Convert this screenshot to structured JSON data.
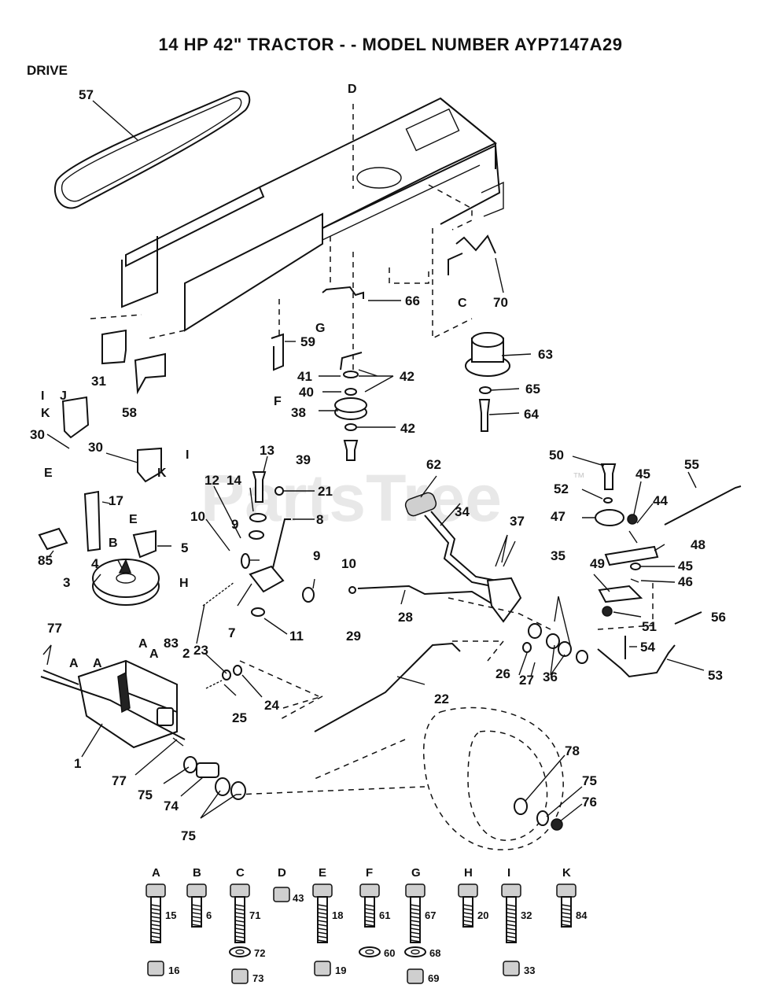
{
  "title": "14 HP 42\" TRACTOR - - MODEL NUMBER AYP7147A29",
  "section": "DRIVE",
  "watermark": "PartsTree",
  "watermark_mark": "™",
  "callouts": {
    "c1": "1",
    "c2": "2",
    "c3": "3",
    "c4": "4",
    "c5": "5",
    "c7": "7",
    "c8": "8",
    "c9a": "9",
    "c9b": "9",
    "c10a": "10",
    "c10b": "10",
    "c11": "11",
    "c12": "12",
    "c13": "13",
    "c14": "14",
    "c17": "17",
    "c21": "21",
    "c22": "22",
    "c23": "23",
    "c24": "24",
    "c25": "25",
    "c26": "26",
    "c27": "27",
    "c28": "28",
    "c29": "29",
    "c30a": "30",
    "c30b": "30",
    "c31": "31",
    "c34": "34",
    "c35": "35",
    "c36": "36",
    "c37": "37",
    "c38": "38",
    "c39": "39",
    "c40": "40",
    "c41": "41",
    "c42a": "42",
    "c42b": "42",
    "c44": "44",
    "c45a": "45",
    "c45b": "45",
    "c46": "46",
    "c47": "47",
    "c48": "48",
    "c49": "49",
    "c50": "50",
    "c51": "51",
    "c52": "52",
    "c53": "53",
    "c54": "54",
    "c55": "55",
    "c56": "56",
    "c57": "57",
    "c58": "58",
    "c59": "59",
    "c62": "62",
    "c63": "63",
    "c64": "64",
    "c65": "65",
    "c66": "66",
    "c70": "70",
    "c74": "74",
    "c75a": "75",
    "c75b": "75",
    "c75c": "75",
    "c76": "76",
    "c77a": "77",
    "c77b": "77",
    "c78": "78",
    "c83": "83",
    "c85": "85"
  },
  "refs": {
    "D": "D",
    "G": "G",
    "C": "C",
    "F": "F",
    "I1": "I",
    "J1": "J",
    "K1": "K",
    "I2": "I",
    "K2": "K",
    "E1": "E",
    "B1": "B",
    "E2": "E",
    "H1": "H",
    "A1": "A",
    "A2": "A",
    "A3": "A",
    "A4": "A"
  },
  "hardware": [
    {
      "letter": "A",
      "bolt": "15",
      "nut": "16"
    },
    {
      "letter": "B",
      "bolt": "6"
    },
    {
      "letter": "C",
      "bolt": "71",
      "washer": "72",
      "nut": "73"
    },
    {
      "letter": "D",
      "nut": "43"
    },
    {
      "letter": "E",
      "bolt": "18",
      "nut": "19"
    },
    {
      "letter": "F",
      "bolt": "61",
      "washer": "60"
    },
    {
      "letter": "G",
      "bolt": "67",
      "washer": "68",
      "nut": "69"
    },
    {
      "letter": "H",
      "bolt": "20"
    },
    {
      "letter": "I",
      "bolt": "32",
      "nut": "33"
    },
    {
      "letter": "K",
      "bolt": "84"
    }
  ]
}
